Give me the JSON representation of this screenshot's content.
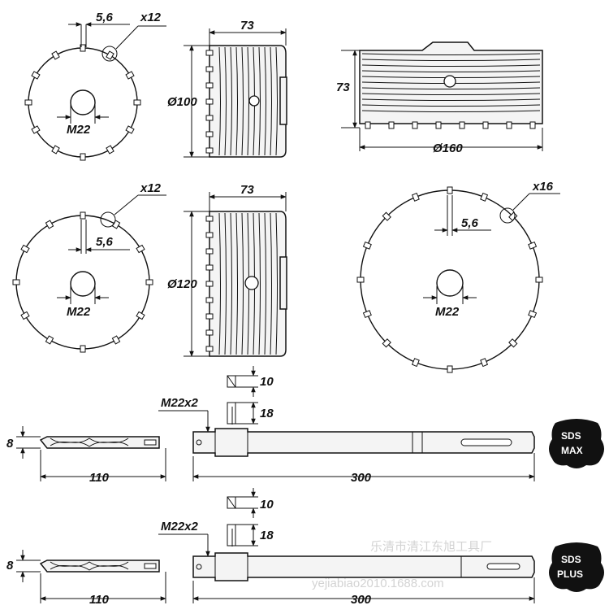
{
  "labels": {
    "top_left_gap": "5,6",
    "top_left_count": "x12",
    "top_left_thread": "M22",
    "mid_left_gap": "5,6",
    "mid_left_count": "x12",
    "mid_left_thread": "M22",
    "big_count": "x16",
    "big_gap": "5,6",
    "big_thread": "M22",
    "depth_100": "73",
    "dia_100": "Ø100",
    "depth_120": "73",
    "dia_120": "Ø120",
    "depth_160": "73",
    "dia_160": "Ø160",
    "max_pin_10": "10",
    "max_pin_18": "18",
    "max_thread": "M22x2",
    "max_bit_dia": "8",
    "max_bit_len": "110",
    "max_shank_len": "300",
    "plus_pin_10": "10",
    "plus_pin_18": "18",
    "plus_thread": "M22x2",
    "plus_bit_dia": "8",
    "plus_bit_len": "110",
    "plus_shank_len": "300"
  },
  "badges": {
    "max_line1": "SDS",
    "max_line2": "MAX",
    "plus_line1": "SDS",
    "plus_line2": "PLUS"
  },
  "watermark": {
    "line1": "乐清市清江东旭工具厂",
    "line2": "yejiabiao2010.1688.com"
  }
}
